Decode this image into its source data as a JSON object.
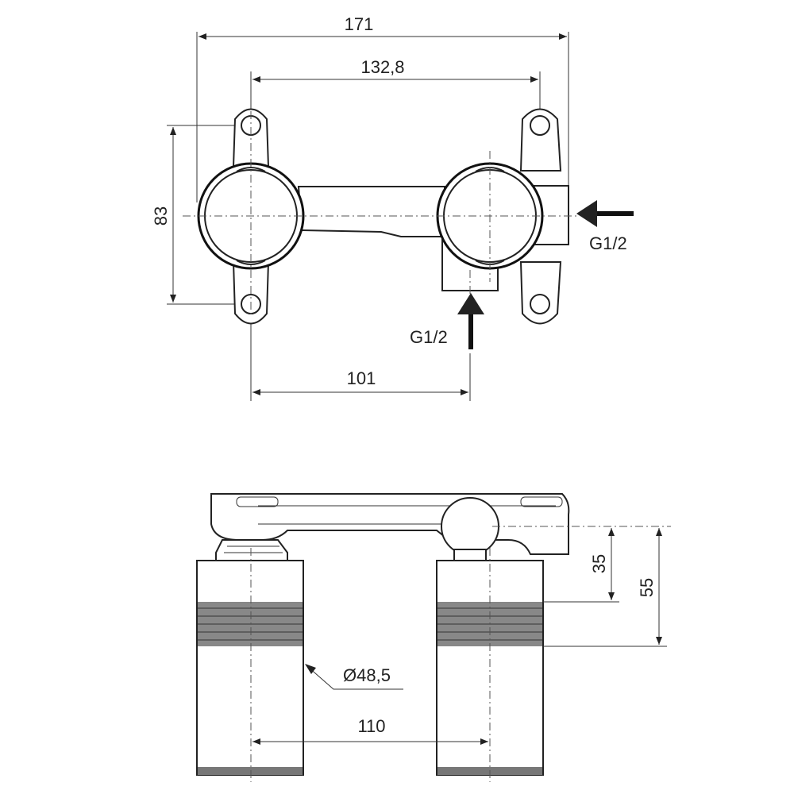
{
  "dimensions": {
    "overall_width": "171",
    "hole_spacing": "132,8",
    "height": "83",
    "inlet_offset": "101",
    "side_inlet_thread": "G1/2",
    "bottom_inlet_thread": "G1/2",
    "depth_min": "35",
    "depth_max": "55",
    "body_diameter": "Ø48,5",
    "body_spacing": "110"
  },
  "colors": {
    "line": "#222222",
    "knurl": "#888888"
  }
}
